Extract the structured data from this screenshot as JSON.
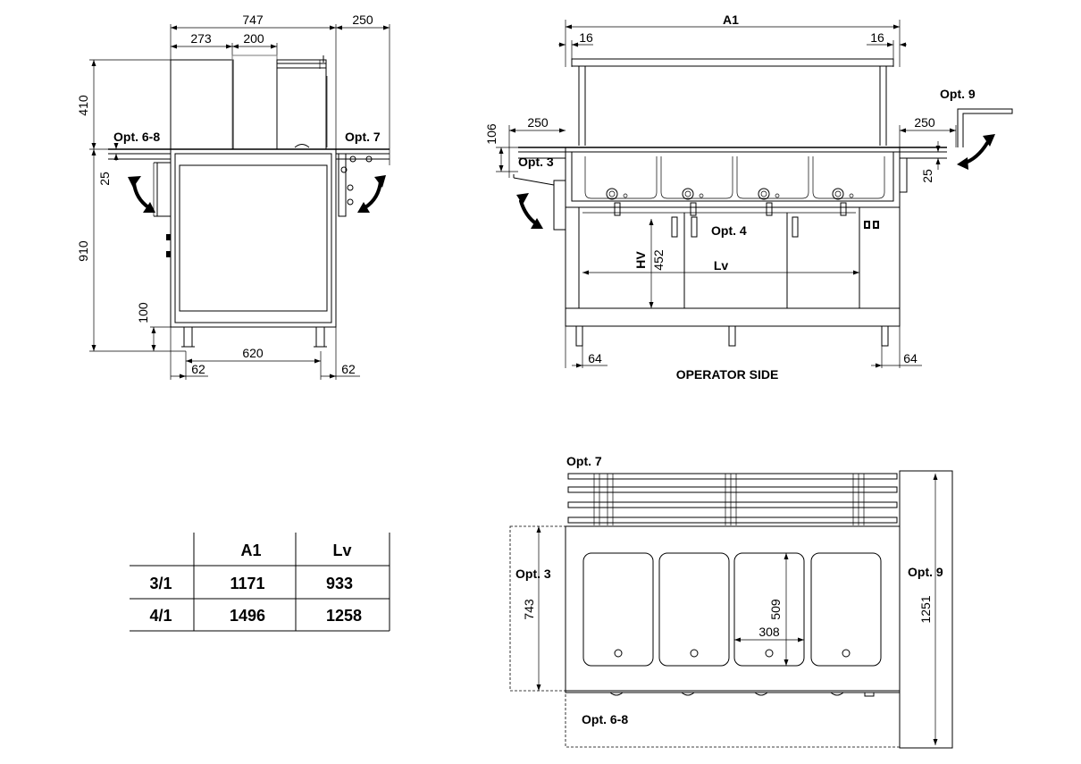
{
  "side_view": {
    "dim_747": "747",
    "dim_250_top": "250",
    "dim_273": "273",
    "dim_200": "200",
    "dim_410": "410",
    "dim_25": "25",
    "dim_910": "910",
    "dim_100": "100",
    "dim_620": "620",
    "dim_62_left": "62",
    "dim_62_right": "62",
    "label_opt_6_8": "Opt. 6-8",
    "label_opt_7": "Opt. 7"
  },
  "front_view": {
    "dim_a1": "A1",
    "dim_16_left": "16",
    "dim_16_right": "16",
    "dim_250_left": "250",
    "dim_250_right": "250",
    "dim_106": "106",
    "dim_25": "25",
    "dim_hv": "HV",
    "dim_452": "452",
    "dim_lv": "Lv",
    "dim_64_left": "64",
    "dim_64_right": "64",
    "label_opt_3": "Opt. 3",
    "label_opt_4": "Opt. 4",
    "label_opt_9": "Opt. 9",
    "caption": "OPERATOR SIDE"
  },
  "plan_view": {
    "label_opt_7": "Opt. 7",
    "label_opt_3": "Opt. 3",
    "label_opt_9": "Opt. 9",
    "label_opt_6_8": "Opt. 6-8",
    "dim_743": "743",
    "dim_509": "509",
    "dim_308": "308",
    "dim_1251": "1251"
  },
  "table": {
    "headers": [
      "",
      "A1",
      "Lv"
    ],
    "rows": [
      [
        "3/1",
        "1171",
        "933"
      ],
      [
        "4/1",
        "1496",
        "1258"
      ]
    ]
  }
}
